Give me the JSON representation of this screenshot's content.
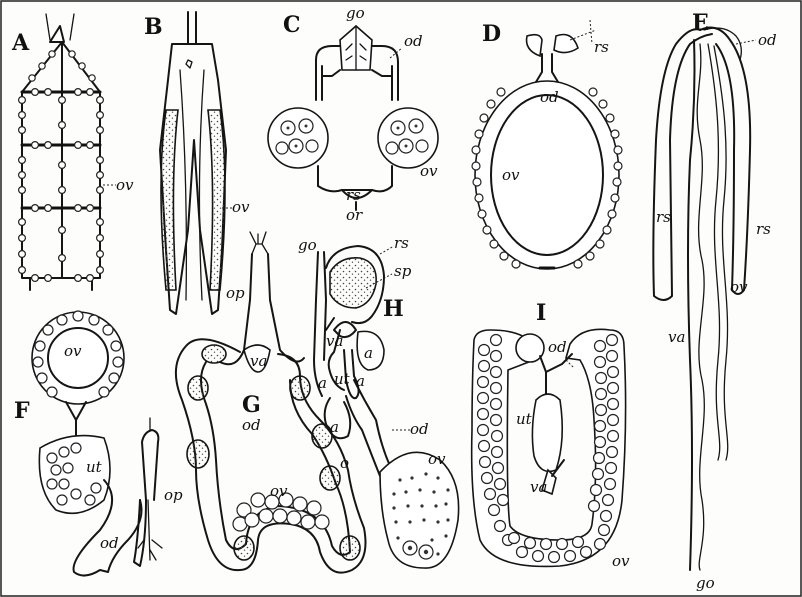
{
  "figures": [
    {
      "id": "A",
      "label": "A",
      "parts": [
        "ov"
      ]
    },
    {
      "id": "B",
      "label": "B",
      "parts": [
        "ov"
      ]
    },
    {
      "id": "C",
      "label": "C",
      "parts": [
        "go",
        "od",
        "ov",
        "rs",
        "or"
      ]
    },
    {
      "id": "D",
      "label": "D",
      "parts": [
        "rs",
        "od",
        "ov"
      ]
    },
    {
      "id": "E",
      "label": "E",
      "parts": [
        "od",
        "rs",
        "rs",
        "ov",
        "va",
        "go"
      ]
    },
    {
      "id": "F",
      "label": "F",
      "parts": [
        "ov",
        "ut",
        "od",
        "op"
      ]
    },
    {
      "id": "G",
      "label": "G",
      "parts": [
        "op",
        "va",
        "od",
        "o",
        "ov"
      ]
    },
    {
      "id": "H",
      "label": "H",
      "parts": [
        "go",
        "rs",
        "sp",
        "va",
        "a",
        "ut",
        "a",
        "a",
        "a",
        "od",
        "ov"
      ]
    },
    {
      "id": "I",
      "label": "I",
      "parts": [
        "od",
        "ut",
        "va",
        "ov"
      ]
    }
  ]
}
